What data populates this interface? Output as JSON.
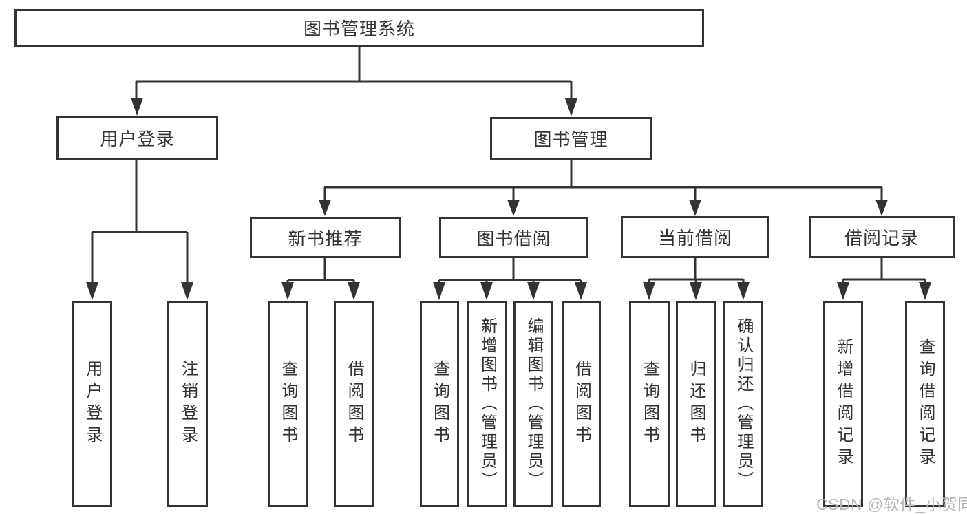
{
  "tree": {
    "root": {
      "label": "图书管理系统",
      "children": [
        {
          "label": "用户登录",
          "children": [
            {
              "label": "用户登录"
            },
            {
              "label": "注销登录"
            }
          ]
        },
        {
          "label": "图书管理",
          "children": [
            {
              "label": "新书推荐",
              "children": [
                {
                  "label": "查询图书"
                },
                {
                  "label": "借阅图书"
                }
              ]
            },
            {
              "label": "图书借阅",
              "children": [
                {
                  "label": "查询图书"
                },
                {
                  "label": "新增图书（管理员）"
                },
                {
                  "label": "编辑图书（管理员）"
                },
                {
                  "label": "借阅图书"
                }
              ]
            },
            {
              "label": "当前借阅",
              "children": [
                {
                  "label": "查询图书"
                },
                {
                  "label": "归还图书"
                },
                {
                  "label": "确认归还（管理员）"
                }
              ]
            },
            {
              "label": "借阅记录",
              "children": [
                {
                  "label": "新增借阅记录"
                },
                {
                  "label": "查询借阅记录"
                }
              ]
            }
          ]
        }
      ]
    }
  },
  "watermark": {
    "text": "CSDN @软件_小贺同学"
  },
  "colors": {
    "line": "#333333",
    "box_border": "#333333",
    "text": "#333333",
    "background": "#ffffff",
    "watermark": "#b5b5b5"
  }
}
